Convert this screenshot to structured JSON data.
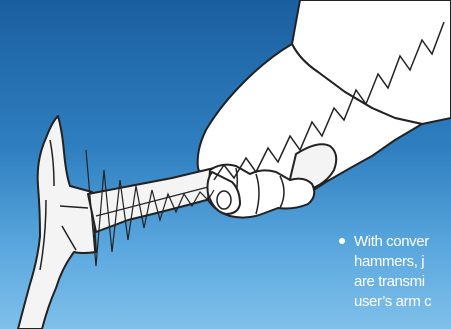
{
  "caption": {
    "lines": [
      "With conver",
      "hammers, j",
      "are transmi",
      "user’s arm c"
    ]
  },
  "colors": {
    "background_top": "#1a5fa0",
    "background_bottom": "#7fc0ea",
    "outline": "#222222",
    "hand_fill": "#ffffff",
    "hammer_fill": "#f4f4f4"
  },
  "icons": {
    "bullet": "bullet-dot-icon"
  }
}
